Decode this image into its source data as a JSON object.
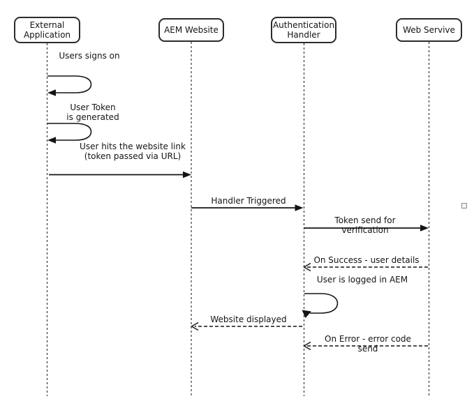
{
  "participants": [
    {
      "label": "External\nApplication"
    },
    {
      "label": "AEM Website"
    },
    {
      "label": "Authentication\nHandler"
    },
    {
      "label": "Web Servive"
    }
  ],
  "messages": {
    "user_signs_on": "Users signs on",
    "token_generated": "User Token\nis generated",
    "website_link": "User hits the website link\n(token passed via URL)",
    "handler_triggered": "Handler Triggered",
    "token_verification": "Token send for verification",
    "on_success": "On Success - user details",
    "logged_in": "User is logged in AEM",
    "website_displayed": "Website displayed",
    "on_error": "On Error - error code send"
  },
  "colors": {
    "line": "#141414",
    "lifeline": "#3a3a3a",
    "box_border": "#2b2b2b",
    "background": "#ffffff",
    "handle_border": "#8c8c8c"
  }
}
